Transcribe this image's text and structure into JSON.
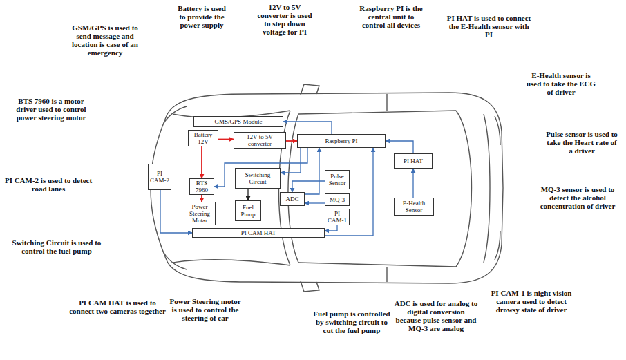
{
  "diagram": {
    "nodes": [
      {
        "text": [
          "GMS/GPS Module"
        ]
      },
      {
        "text": [
          "Battery 12V"
        ]
      },
      {
        "text": [
          "12V to 5V converter"
        ]
      },
      {
        "text": [
          "Raspberry PI"
        ]
      },
      {
        "text": [
          "PI HAT"
        ]
      },
      {
        "text": [
          "PI CAM-2"
        ]
      },
      {
        "text": [
          "Switching Circuit"
        ]
      },
      {
        "text": [
          "Pulse Sensor"
        ]
      },
      {
        "text": [
          "BTS 7960"
        ]
      },
      {
        "text": [
          "ADC"
        ]
      },
      {
        "text": [
          "MQ-3"
        ]
      },
      {
        "text": [
          "E-Health Sensor"
        ]
      },
      {
        "text": [
          "Power Steering Motar"
        ]
      },
      {
        "text": [
          "Fuel Pump"
        ]
      },
      {
        "text": [
          "PI CAM-1"
        ]
      },
      {
        "text": [
          "PI CAM HAT"
        ]
      }
    ],
    "edges": [
      {
        "from": 1,
        "to": 2,
        "arrow": "to"
      },
      {
        "from": 2,
        "to": 3,
        "arrow": "to"
      },
      {
        "from": 1,
        "to": 8,
        "arrow": "to"
      },
      {
        "from": 8,
        "to": 12,
        "arrow": "to"
      },
      {
        "from": 6,
        "to": 13,
        "arrow": "to"
      },
      {
        "from": 3,
        "to": 6,
        "arrow": "to"
      },
      {
        "from": 3,
        "to": 8,
        "arrow": "to"
      },
      {
        "from": 3,
        "to": 0,
        "arrow": "to"
      },
      {
        "from": 4,
        "to": 3,
        "arrow": "to"
      },
      {
        "from": 11,
        "to": 4,
        "arrow": "to"
      },
      {
        "from": 9,
        "to": 3,
        "arrow": "to"
      },
      {
        "from": 7,
        "to": 9,
        "arrow": "to"
      },
      {
        "from": 10,
        "to": 9,
        "arrow": "to"
      },
      {
        "from": 14,
        "to": 15,
        "arrow": "to"
      },
      {
        "from": 5,
        "to": 15,
        "arrow": "to"
      },
      {
        "from": 15,
        "to": 3,
        "arrow": "to"
      }
    ],
    "labels": [
      "GSM/GPS is used to send message and location is case of an emergency",
      "Battery is used to provide the power supply",
      "12V to 5V converter is used to step down voltage for PI",
      "Raspberry PI is the central unit to control all devices",
      "PI HAT is used to connect the E-Health sensor with PI",
      "E-Health sensor is used to take the ECG of driver",
      "BTS 7960 is a motor driver used to control power steering motor",
      "Pulse sensor is used to take the Heart rate of a driver",
      "PI CAM-2 is used to detect road lanes",
      "MQ-3 sensor is used to detect the alcohol concentration of driver",
      "Switching Circuit is used to control the fuel pump",
      "PI CAM HAT is used to connect two cameras together",
      "Power Steering motor is used to control the steering of car",
      "Fuel pump is controlled by switching circuit to cut the fuel pump",
      "ADC is used for analog to digital conversion because pulse sensor and MQ-3 are analog",
      "PI CAM-1 is night vision camera used to detect drowsy state of driver"
    ]
  }
}
